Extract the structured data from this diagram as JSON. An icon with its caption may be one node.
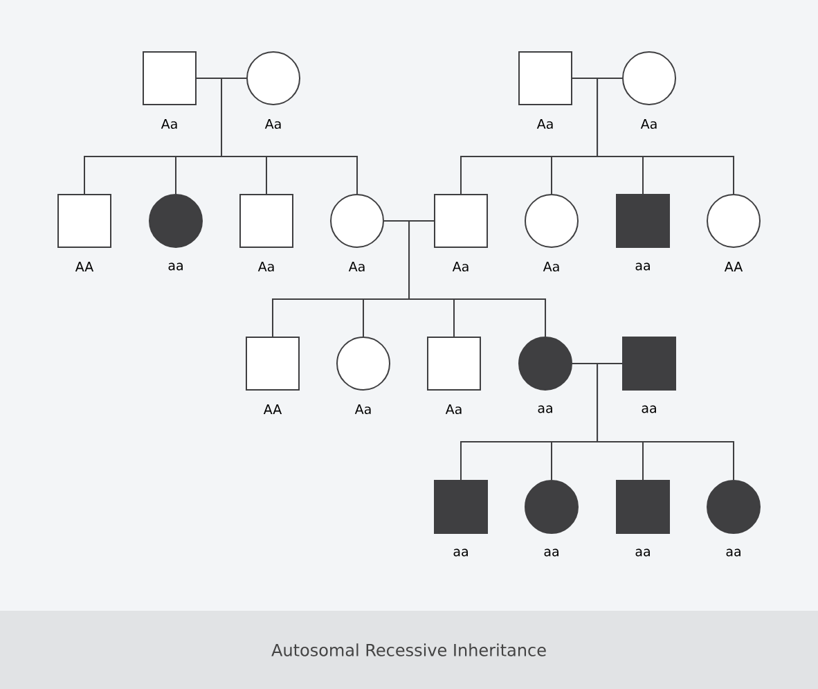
{
  "diagram": {
    "title": "Autosomal Recessive Inheritance",
    "nodes": [
      {
        "text": [],
        "shape": "box",
        "beside": [
          "Aa"
        ]
      },
      {
        "text": [],
        "shape": "circle",
        "beside": [
          "Aa"
        ]
      },
      {
        "text": [],
        "shape": "box",
        "beside": [
          "Aa"
        ]
      },
      {
        "text": [],
        "shape": "circle",
        "beside": [
          "Aa"
        ]
      },
      {
        "text": [],
        "shape": "box",
        "beside": [
          "AA"
        ]
      },
      {
        "text": [],
        "shape": "disc",
        "beside": [
          "aa"
        ]
      },
      {
        "text": [],
        "shape": "box",
        "beside": [
          "Aa"
        ]
      },
      {
        "text": [],
        "shape": "circle",
        "beside": [
          "Aa"
        ]
      },
      {
        "text": [],
        "shape": "box",
        "beside": [
          "Aa"
        ]
      },
      {
        "text": [],
        "shape": "circle",
        "beside": [
          "Aa"
        ]
      },
      {
        "text": [],
        "shape": "block",
        "beside": [
          "aa"
        ]
      },
      {
        "text": [],
        "shape": "circle",
        "beside": [
          "AA"
        ]
      },
      {
        "text": [],
        "shape": "box",
        "beside": [
          "AA"
        ]
      },
      {
        "text": [],
        "shape": "circle",
        "beside": [
          "Aa"
        ]
      },
      {
        "text": [],
        "shape": "box",
        "beside": [
          "Aa"
        ]
      },
      {
        "text": [],
        "shape": "disc",
        "beside": [
          "aa"
        ]
      },
      {
        "text": [],
        "shape": "block",
        "beside": [
          "aa"
        ]
      },
      {
        "text": [],
        "shape": "block",
        "beside": [
          "aa"
        ]
      },
      {
        "text": [],
        "shape": "disc",
        "beside": [
          "aa"
        ]
      },
      {
        "text": [],
        "shape": "block",
        "beside": [
          "aa"
        ]
      },
      {
        "text": [],
        "shape": "disc",
        "beside": [
          "aa"
        ]
      }
    ],
    "edges": [
      {
        "from": 0,
        "to": 1,
        "arrow": "none"
      },
      {
        "from": 2,
        "to": 3,
        "arrow": "none"
      },
      {
        "from": 7,
        "to": 8,
        "arrow": "none"
      },
      {
        "from": 15,
        "to": 16,
        "arrow": "none"
      },
      {
        "from": 0,
        "to": 4,
        "arrow": "none"
      },
      {
        "from": 1,
        "to": 4,
        "arrow": "none"
      },
      {
        "from": 0,
        "to": 5,
        "arrow": "none"
      },
      {
        "from": 1,
        "to": 5,
        "arrow": "none"
      },
      {
        "from": 0,
        "to": 6,
        "arrow": "none"
      },
      {
        "from": 1,
        "to": 6,
        "arrow": "none"
      },
      {
        "from": 0,
        "to": 7,
        "arrow": "none"
      },
      {
        "from": 1,
        "to": 7,
        "arrow": "none"
      },
      {
        "from": 2,
        "to": 8,
        "arrow": "none"
      },
      {
        "from": 3,
        "to": 8,
        "arrow": "none"
      },
      {
        "from": 2,
        "to": 9,
        "arrow": "none"
      },
      {
        "from": 3,
        "to": 9,
        "arrow": "none"
      },
      {
        "from": 2,
        "to": 10,
        "arrow": "none"
      },
      {
        "from": 3,
        "to": 10,
        "arrow": "none"
      },
      {
        "from": 2,
        "to": 11,
        "arrow": "none"
      },
      {
        "from": 3,
        "to": 11,
        "arrow": "none"
      },
      {
        "from": 7,
        "to": 12,
        "arrow": "none"
      },
      {
        "from": 8,
        "to": 12,
        "arrow": "none"
      },
      {
        "from": 7,
        "to": 13,
        "arrow": "none"
      },
      {
        "from": 8,
        "to": 13,
        "arrow": "none"
      },
      {
        "from": 7,
        "to": 14,
        "arrow": "none"
      },
      {
        "from": 8,
        "to": 14,
        "arrow": "none"
      },
      {
        "from": 7,
        "to": 15,
        "arrow": "none"
      },
      {
        "from": 8,
        "to": 15,
        "arrow": "none"
      },
      {
        "from": 15,
        "to": 17,
        "arrow": "none"
      },
      {
        "from": 16,
        "to": 17,
        "arrow": "none"
      },
      {
        "from": 15,
        "to": 18,
        "arrow": "none"
      },
      {
        "from": 16,
        "to": 18,
        "arrow": "none"
      },
      {
        "from": 15,
        "to": 19,
        "arrow": "none"
      },
      {
        "from": 16,
        "to": 19,
        "arrow": "none"
      },
      {
        "from": 15,
        "to": 20,
        "arrow": "none"
      },
      {
        "from": 16,
        "to": 20,
        "arrow": "none"
      }
    ]
  }
}
